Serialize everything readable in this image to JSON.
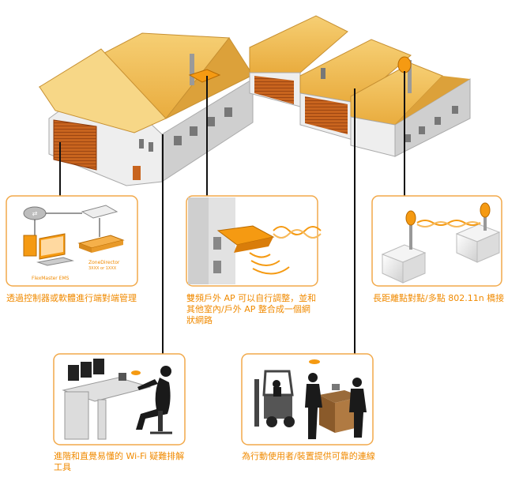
{
  "captions": {
    "management": "透過控制器或軟體進行端對端管理",
    "dual_band": "雙頻戶外 AP 可以自行調整，並和其他室內/戶外 AP 整合成一個網狀網路",
    "bridging": "長距離點對點/多點 802.11n 橋接",
    "troubleshooting": "進階和直覺易懂的 Wi-Fi 疑難排解工具",
    "mobile": "為行動使用者/裝置提供可靠的連線"
  },
  "labels": {
    "flexmaster": "FlexMaster EMS",
    "zonedirector": "ZoneDirector",
    "zonedirector_models": "3XXX or 1XXX"
  },
  "colors": {
    "accent": "#f08a00",
    "roof": "#f2c15a",
    "wall": "#d9d9d9",
    "door": "#c8641e"
  }
}
